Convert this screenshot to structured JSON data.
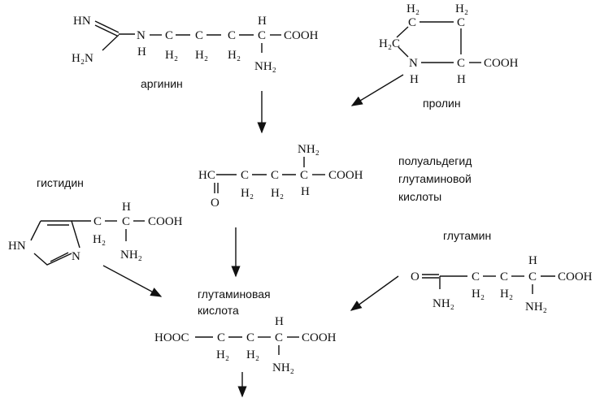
{
  "labels": {
    "arginine": "аргинин",
    "proline": "пролин",
    "semialdehyde_1": "полуальдегид",
    "semialdehyde_2": "глутаминовой",
    "semialdehyde_3": "кислоты",
    "histidine": "гистидин",
    "glutamine": "глутамин",
    "glutamic_1": "глутаминовая",
    "glutamic_2": "кислота"
  },
  "atoms": {
    "HN": "HN",
    "H2N": "H₂N",
    "N": "N",
    "H": "H",
    "C": "C",
    "H2": "H₂",
    "NH2": "NH₂",
    "COOH": "COOH",
    "HOOC": "HOOC",
    "HC": "HC",
    "O": "O",
    "H2C": "H₂C"
  }
}
